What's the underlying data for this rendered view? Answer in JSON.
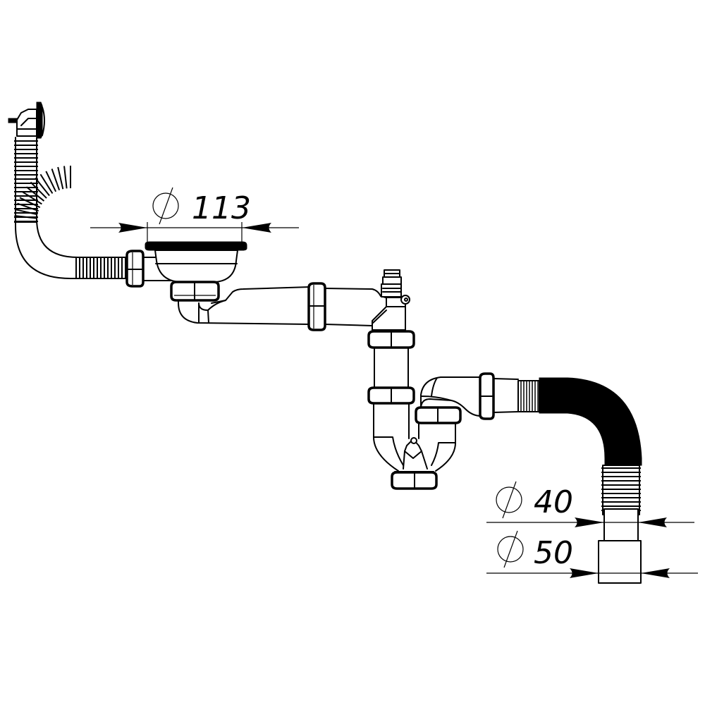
{
  "drawing": {
    "subject": "Sink siphon with overflow, corrugated outlet hose",
    "line_color": "#000000",
    "background": "#ffffff"
  },
  "dimensions": {
    "strainer": {
      "symbol": "⌀",
      "value": "113"
    },
    "outlet_inner": {
      "symbol": "⌀",
      "value": "40"
    },
    "outlet_outer": {
      "symbol": "⌀",
      "value": "50"
    }
  },
  "components": [
    {
      "id": "overflow-fitting",
      "label": "Overflow fitting with screw"
    },
    {
      "id": "overflow-hose",
      "label": "Corrugated overflow hose"
    },
    {
      "id": "strainer-bowl",
      "label": "Sink strainer bowl"
    },
    {
      "id": "horizontal-pipe",
      "label": "Horizontal connecting pipe"
    },
    {
      "id": "tee-with-spigot",
      "label": "Tee with appliance spigot"
    },
    {
      "id": "trap-bottle",
      "label": "Bottle trap body"
    },
    {
      "id": "trap-outlet-elbow",
      "label": "Trap outlet elbow"
    },
    {
      "id": "corrugated-outlet",
      "label": "Corrugated outlet hose"
    },
    {
      "id": "sewer-adapter",
      "label": "Sewer adapter"
    }
  ]
}
